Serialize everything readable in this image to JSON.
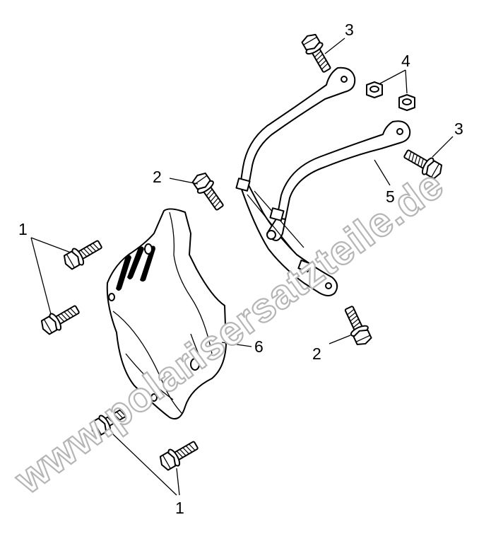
{
  "diagram": {
    "callouts": {
      "c1a": "1",
      "c1b": "1",
      "c2a": "2",
      "c2b": "2",
      "c3a": "3",
      "c3b": "3",
      "c4": "4",
      "c5": "5",
      "c6": "6"
    },
    "watermark": "www.polarisersatzteile.de",
    "colors": {
      "ink": "#000000",
      "watermark_outline": "#b5b5b5",
      "background": "#ffffff"
    }
  }
}
